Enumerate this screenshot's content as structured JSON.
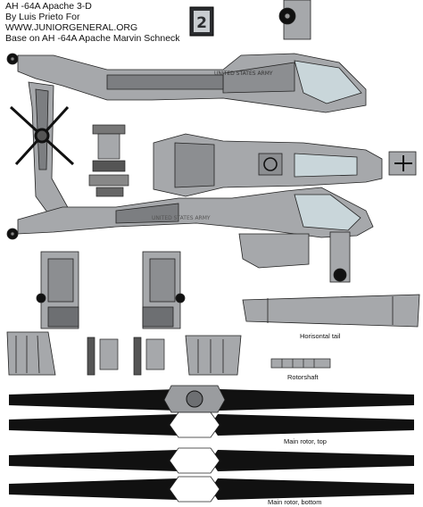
{
  "header": {
    "line1": "AH -64A Apache  3-D",
    "line2": "By Luis Prieto For",
    "line3": "WWW.JUNIORGENERAL.ORG",
    "line4": "Base on AH -64A Apache Marvin Schneck"
  },
  "badge": {
    "text": "2"
  },
  "labels": {
    "horizontal_tail": "Horisontal tail",
    "rotorshaft": "Rotorshaft",
    "main_rotor_top": "Main rotor, top",
    "main_rotor_bottom": "Main rotor, bottom"
  },
  "markings": {
    "fuselage_text_top": "UNITED STATES ARMY",
    "fuselage_text_bottom": "UNITED STATES ARMY"
  },
  "colors": {
    "panel_gray": "#a6a8ab",
    "dark_gray": "#6d6f72",
    "outline": "#222222",
    "canopy": "#c9d6da",
    "rotor_black": "#111111"
  }
}
